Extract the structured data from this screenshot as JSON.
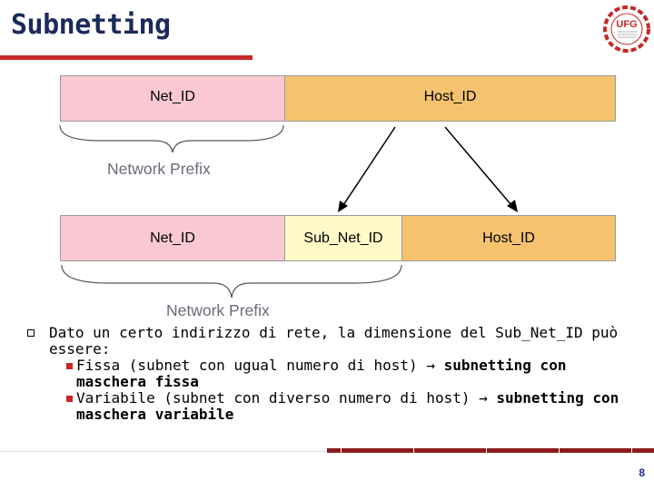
{
  "slide": {
    "title": "Subnetting",
    "logo_text": "UFG",
    "page_number": "8"
  },
  "diagram": {
    "top_row": {
      "net": "Net_ID",
      "host": "Host_ID"
    },
    "top_label": "Network Prefix",
    "bottom_row": {
      "net": "Net_ID",
      "subnet": "Sub_Net_ID",
      "host": "Host_ID"
    },
    "bottom_label": "Network Prefix"
  },
  "bullets": {
    "main": "Dato un certo indirizzo di rete, la dimensione del Sub_Net_ID può essere:",
    "sub": [
      {
        "text": "Fissa (subnet con ugual numero di host) ",
        "arrow": "→",
        "bold": "subnetting con maschera fissa"
      },
      {
        "text": "Variabile (subnet con diverso numero di host) ",
        "arrow": "→",
        "bold": "subnetting con maschera variabile"
      }
    ]
  },
  "colors": {
    "title": "#1c2a5c",
    "accent_red": "#c62828",
    "net_id_fill": "#fac8d2",
    "host_id_fill": "#f5c26e",
    "subnet_id_fill": "#fffac6"
  }
}
